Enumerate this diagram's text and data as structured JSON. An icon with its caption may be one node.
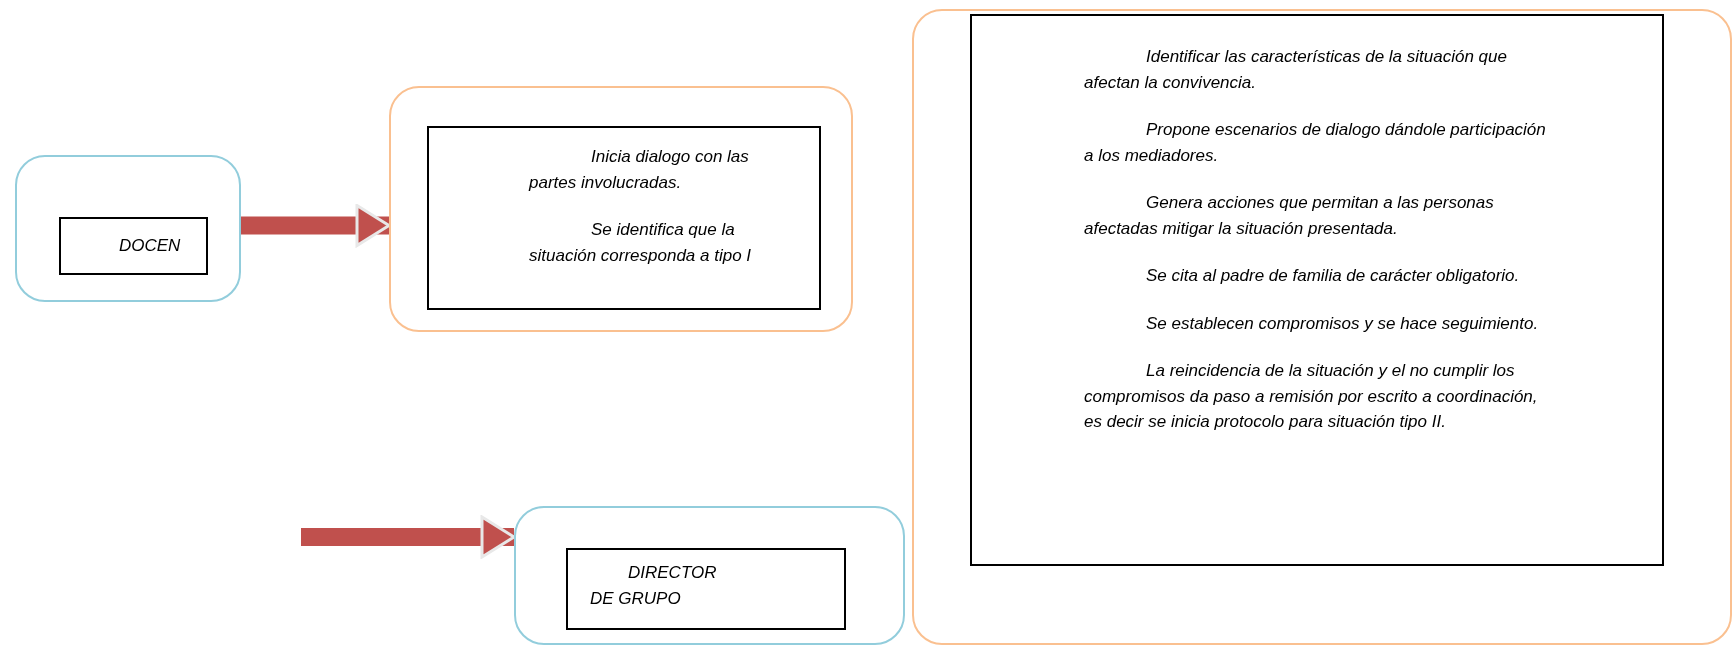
{
  "diagram": {
    "nodes": [
      {
        "text": [],
        "shape": "box"
      },
      {
        "text": [
          "DOCEN"
        ],
        "in": 0
      },
      {
        "text": [],
        "shape": "box"
      },
      {
        "text": [
          "Inicia dialogo con las partes involucradas.",
          "Se identifica que la situación corresponda a tipo I"
        ],
        "in": 2
      },
      {
        "text": [],
        "shape": "box"
      },
      {
        "text": [
          "Identificar las características de la situación que afectan la convivencia.",
          "Propone escenarios de dialogo dándole participación a los mediadores.",
          "Genera acciones que permitan a las personas afectadas mitigar la situación presentada.",
          "Se cita al padre de familia de carácter obligatorio.",
          "Se establecen compromisos y se hace seguimiento.",
          "La reincidencia de la situación y el no cumplir los compromisos da paso a remisión por escrito a coordinación, es decir se inicia protocolo para situación tipo II."
        ],
        "in": 4
      },
      {
        "text": [],
        "shape": "box"
      },
      {
        "text": [
          "DIRECTOR DE GRUPO"
        ],
        "in": 6
      }
    ],
    "edges": [
      {
        "from": 0,
        "to": 2,
        "arrow": "to"
      },
      {
        "from": null,
        "to": 6,
        "arrow": "to"
      }
    ]
  }
}
